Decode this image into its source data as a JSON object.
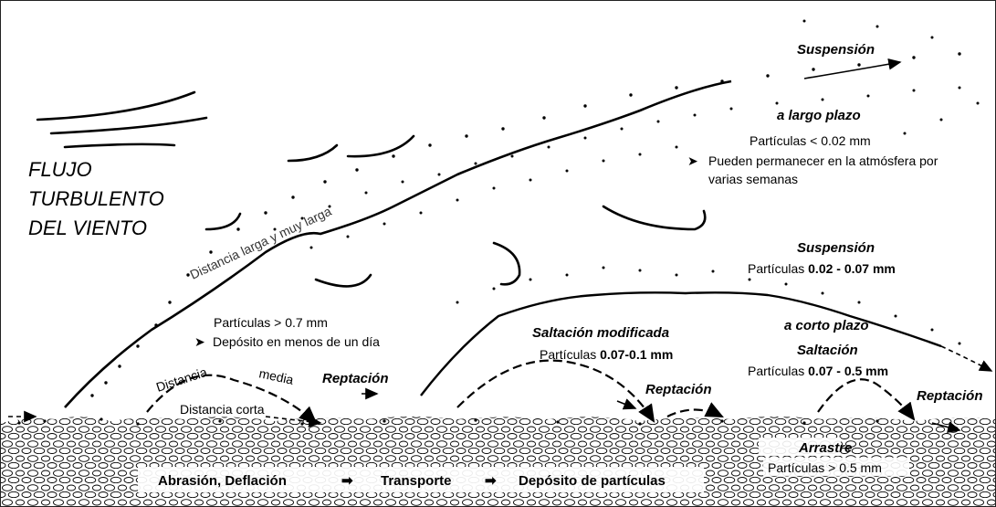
{
  "title_lines": [
    "FLUJO",
    "TURBULENTO",
    "DEL VIENTO"
  ],
  "long_term": {
    "header": "Suspensión",
    "plazo": "a largo plazo",
    "particles": "Partículas < 0.02 mm",
    "note_line1": "Pueden permanecer en la atmósfera por",
    "note_line2": "varias semanas"
  },
  "path_long_label": "Distancia larga y muy larga",
  "coarse": {
    "particles": "Partículas > 0.7 mm",
    "note": "Depósito en menos de un día"
  },
  "short_term": {
    "header": "Suspensión",
    "particles_prefix": "Partículas",
    "particles_value": "0.02 - 0.07 mm",
    "plazo": "a corto plazo"
  },
  "saltacion_mod": {
    "header": "Saltación modificada",
    "particles_prefix": "Partículas",
    "particles_value": "0.07-0.1 mm"
  },
  "saltacion": {
    "header": "Saltación",
    "particles_prefix": "Partículas",
    "particles_value": "0.07 - 0.5 mm"
  },
  "distancia_media": [
    "Distancia",
    "media"
  ],
  "distancia_corta": "Distancia corta",
  "reptacion_labels": [
    "Reptación",
    "Reptación",
    "Reptación"
  ],
  "arrastre": {
    "header": "Arrastre",
    "particles": "Partículas > 0.5 mm"
  },
  "footer_steps": [
    "Abrasión, Deflación",
    "Transporte",
    "Depósito de partículas"
  ],
  "footer_arrow_glyph": "➡",
  "bullet_glyph": "➤"
}
